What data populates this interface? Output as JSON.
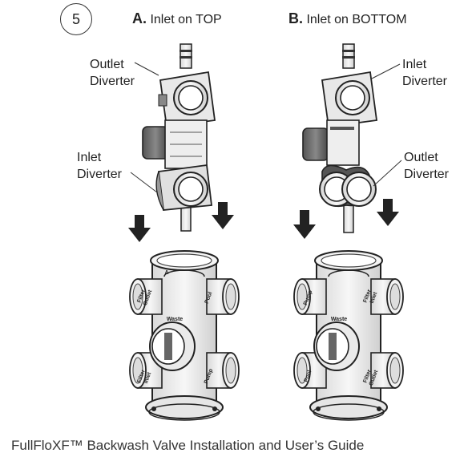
{
  "step_number": "5",
  "panel_a": {
    "letter": "A.",
    "title": " Inlet on TOP",
    "callout_top_line1": "Outlet",
    "callout_top_line2": "Diverter",
    "callout_bottom_line1": "Inlet",
    "callout_bottom_line2": "Diverter",
    "ports": {
      "top_left_line1": "Filter",
      "top_left_line2": "Outlet",
      "top_right": "Pool",
      "center": "Waste",
      "bottom_left_line1": "Filter",
      "bottom_left_line2": "Inlet",
      "bottom_right": "Pump",
      "marker": "A"
    }
  },
  "panel_b": {
    "letter": "B.",
    "title": " Inlet on BOTTOM",
    "callout_top_line1": "Inlet",
    "callout_top_line2": "Diverter",
    "callout_bottom_line1": "Outlet",
    "callout_bottom_line2": "Diverter",
    "ports": {
      "top_left": "Pump",
      "top_right_line1": "Filter",
      "top_right_line2": "Inlet",
      "center": "Waste",
      "bottom_left": "Pool",
      "bottom_right_line1": "Filter",
      "bottom_right_line2": "Outlet"
    }
  },
  "footer": "FullFloXF™ Backwash Valve Installation and User’s Guide"
}
